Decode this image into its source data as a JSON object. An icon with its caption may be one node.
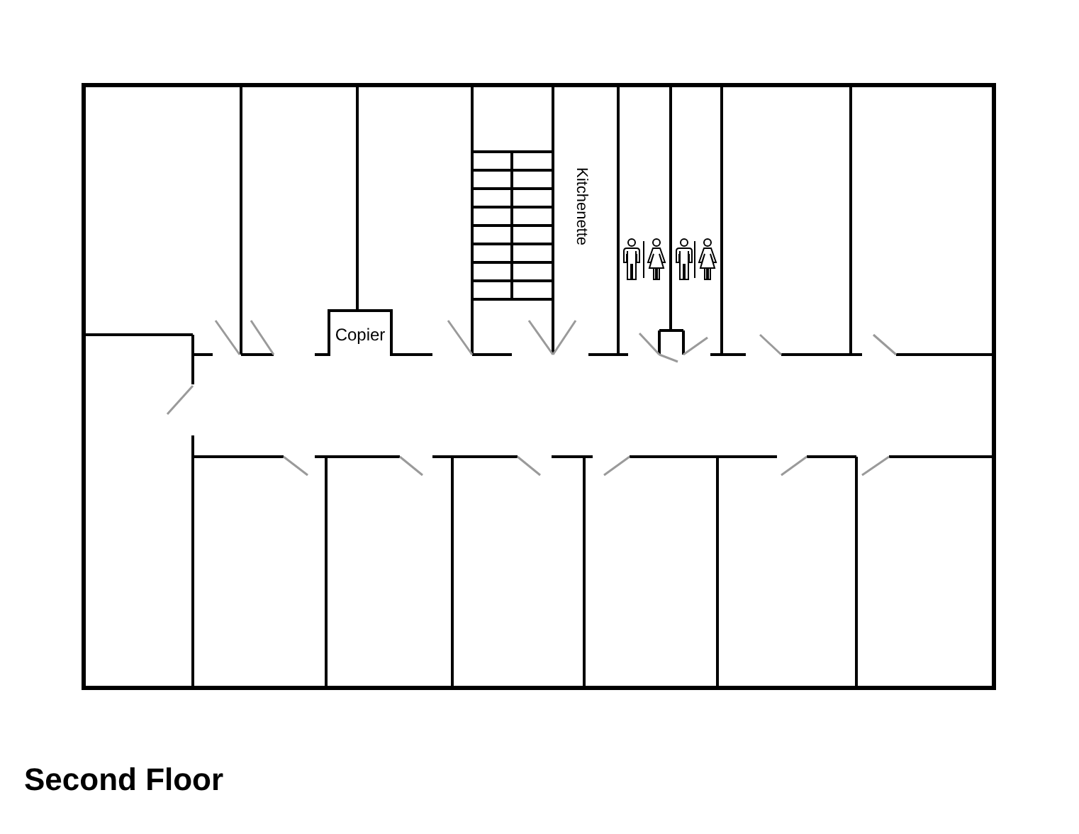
{
  "diagram": {
    "title": "Second Floor",
    "nodes": [
      {
        "text": [
          "Copier"
        ]
      }
    ],
    "labels": [
      "Kitchenette"
    ]
  }
}
